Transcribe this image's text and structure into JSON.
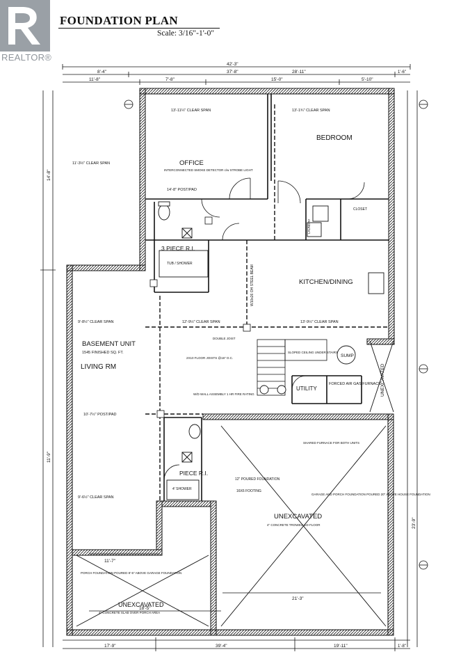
{
  "header": {
    "title": "FOUNDATION PLAN",
    "scale": "Scale: 3/16\"-1'-0\"",
    "logo_text": "REALTOR®"
  },
  "dimensions": {
    "overall_width": "42'-3\"",
    "left_offset": "8'-4\"",
    "middle_width": "37'-8\"",
    "right_offset": "1'-6\"",
    "row3_a": "11'-8\"",
    "row3_b": "7'-8\"",
    "row3_c": "15'-0\"",
    "row3_d": "5'-10\"",
    "right_span": "28'-11\"",
    "left_height_top": "14'-8\"",
    "left_height_bottom": "11'-9\"",
    "right_height": "23'-9\"",
    "bottom_a": "17'-9\"",
    "bottom_b": "39'-4\"",
    "bottom_c": "19'-11\"",
    "bottom_d": "1'-8\"",
    "porch_width": "18'-5\"",
    "porch_top": "11'-7\"",
    "garage_width": "21'-3\""
  },
  "rooms": {
    "office": "OFFICE",
    "bedroom": "BEDROOM",
    "three_piece_top": "3 PIECE R.I.",
    "three_piece_bottom": "PIECE R.I.",
    "kitchen": "KITCHEN/DINING",
    "basement_unit": "BASEMENT UNIT",
    "basement_area": "1545 FINISHED SQ. FT.",
    "living": "LIVING RM",
    "utility": "UTILITY",
    "furnace": "FORCED AIR GAS FURNACE",
    "sump": "SUMP",
    "unexcavated_garage": "UNEXCAVATED",
    "unexcavated_porch": "UNEXCAVATED",
    "unexcavated_side": "UNEXCAVATED",
    "closet": "CLOSET",
    "laundry": "LAUNDRY",
    "tub": "TUB / SHOWER",
    "shower": "4' SHOWER"
  },
  "notes": {
    "clear_span_1": "11'-3½\" CLEAR SPAN",
    "clear_span_2": "13'-11¼\" CLEAR SPAN",
    "clear_span_3": "13'-1¾\" CLEAR SPAN",
    "clear_span_4": "9'-8½\" CLEAR SPAN",
    "clear_span_5": "12'-9½\" CLEAR SPAN",
    "clear_span_6": "13'-9½\" CLEAR SPAN",
    "clear_span_7": "9'-6½\" CLEAR SPAN",
    "post_pad_1": "14'-8\" POST/PAD",
    "post_pad_2": "10'-7½\" POST/PAD",
    "steel_beam": "W10x26 OH STEEL BEAM",
    "floor_joists": "2X10 FLOOR JOISTS @16\" O.C.",
    "smoke": "INTERCONNECTED SMOKE DETECTOR c/w STROBE LIGHT",
    "wall_assembly": "W/D WALL ASSEMBLY 1 HR FIRE RATING",
    "poured_foundation": "12\" POURED FOUNDATION",
    "footing": "16X6 FOOTING",
    "garage_note": "GARAGE AND PORCH FOUNDATION POURED 20\" ABOVE HOUSE FOUNDATION",
    "slab_note": "4\" CONCRETE TROWELLED FLOOR",
    "porch_note": "PORCH FOUNDATION POURED 8'-5\" ABOVE GARAGE FOUNDATION",
    "porch_slab": "4\" CONCRETE SLAB OVER PORCH AREA",
    "furnace_note": "SHARED FURNACE FOR BOTH UNITS",
    "sloped_ceiling": "SLOPED CEILING UNDER STAIRS",
    "double_joist": "DOUBLE JOIST"
  }
}
